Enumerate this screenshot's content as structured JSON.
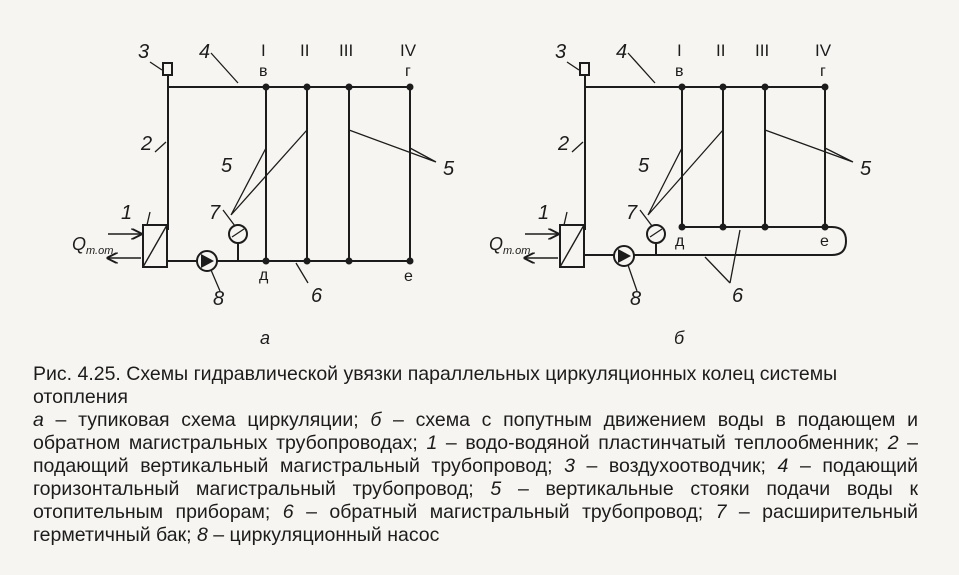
{
  "figure": {
    "diagram_a": {
      "caption_letter": "а",
      "roman": [
        "I",
        "II",
        "III",
        "IV"
      ],
      "points": {
        "v": "в",
        "g": "г",
        "d": "д",
        "e": "е"
      },
      "numbers": {
        "n1": "1",
        "n2": "2",
        "n3": "3",
        "n4": "4",
        "n5a": "5",
        "n5b": "5",
        "n6": "6",
        "n7": "7",
        "n8": "8"
      },
      "q_main": "Q",
      "q_sub": "т.от"
    },
    "diagram_b": {
      "caption_letter": "б",
      "roman": [
        "I",
        "II",
        "III",
        "IV"
      ],
      "points": {
        "v": "в",
        "g": "г",
        "d": "д",
        "e": "е"
      },
      "numbers": {
        "n1": "1",
        "n2": "2",
        "n3": "3",
        "n4": "4",
        "n5a": "5",
        "n5b": "5",
        "n6": "6",
        "n7": "7",
        "n8": "8"
      },
      "q_main": "Q",
      "q_sub": "т.от"
    }
  },
  "caption": {
    "title": "Рис. 4.25. Схемы гидравлической увязки параллельных циркуляционных колец системы отопления",
    "items": [
      {
        "key": "а",
        "text": " – тупиковая схема циркуляции; "
      },
      {
        "key": "б",
        "text": " – схема с попутным движением воды в подающем и обратном магистральных трубопроводах; "
      },
      {
        "key": "1",
        "text": " – водо-водяной пластинчатый теплообменник; "
      },
      {
        "key": "2",
        "text": " – подающий вертикальный магистральный трубопровод; "
      },
      {
        "key": "3",
        "text": " – воздухоотводчик; "
      },
      {
        "key": "4",
        "text": " – подающий горизонтальный магистральный трубопровод; "
      },
      {
        "key": "5",
        "text": " – вертикальные стояки подачи воды к отопительным приборам; "
      },
      {
        "key": "6",
        "text": " – обратный магистральный трубопровод; "
      },
      {
        "key": "7",
        "text": " – расширительный герметичный бак; "
      },
      {
        "key": "8",
        "text": " – циркуляционный насос"
      }
    ]
  }
}
